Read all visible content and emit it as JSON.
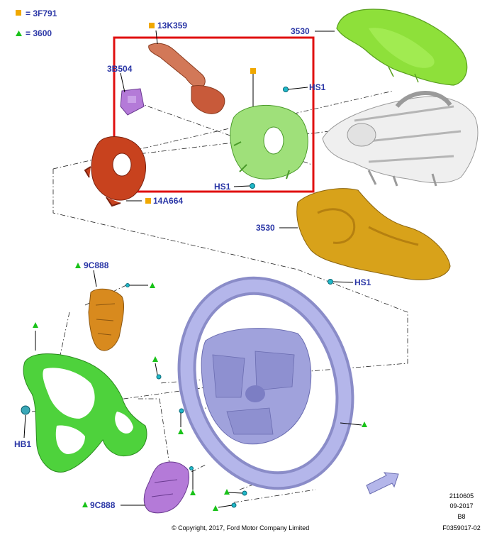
{
  "legend": [
    {
      "symbol": "square",
      "color": "#f0a800",
      "text": "= 3F791"
    },
    {
      "symbol": "triangle",
      "color": "#19c219",
      "text": "= 3600"
    }
  ],
  "labels": {
    "switch_13k359": "13K359",
    "part_3b504": "3B504",
    "hs1_top": "HS1",
    "hs1_mid": "HS1",
    "part_14a664": "14A664",
    "shroud_upper": "3530",
    "shroud_lower": "3530",
    "hs1_bottom": "HS1",
    "switch_9c888_upper": "9C888",
    "hb1": "HB1",
    "switch_9c888_lower": "9C888"
  },
  "footer": {
    "copyright": "© Copyright, 2017, Ford Motor Company Limited",
    "code_1": "2110605",
    "code_2": "09-2017",
    "code_3": "B8",
    "code_4": "F0359017-02"
  },
  "colors": {
    "label_blue": "#2a36a6",
    "highlight_red": "#e01010",
    "shroud_green": "#8ee03a",
    "shroud_gold": "#d8a21a",
    "clockspring_red": "#c8421e",
    "wheel_lavender": "#a0a2dc",
    "bezel_green": "#4ed23c",
    "switch_orange": "#d88a1e",
    "switch_purple": "#b47ad8",
    "screw_cyan": "#20b8c8"
  }
}
